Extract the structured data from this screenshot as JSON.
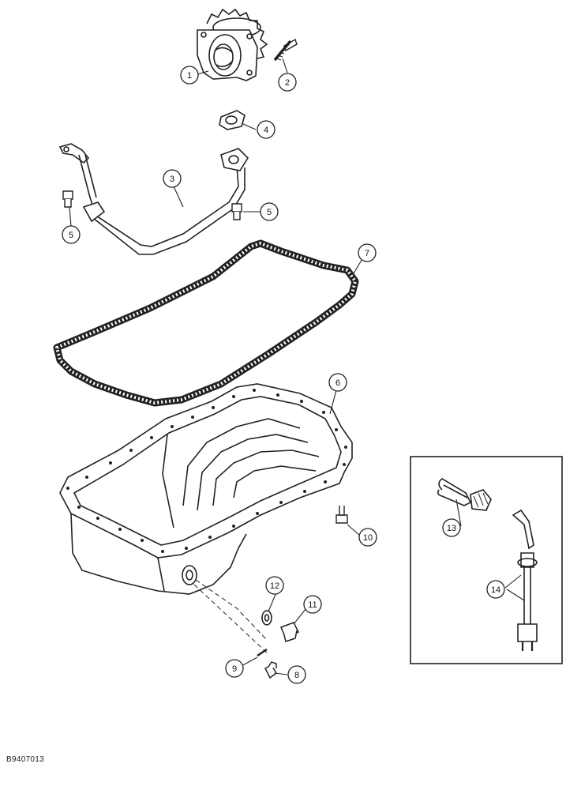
{
  "figure_code": "B9407013",
  "callouts": [
    "1",
    "2",
    "3",
    "4",
    "5",
    "5",
    "6",
    "7",
    "8",
    "9",
    "10",
    "11",
    "12",
    "13",
    "14"
  ],
  "icons": [
    "oil-pump",
    "bolt",
    "oil-pickup-tube",
    "gasket-small",
    "cap-screw",
    "oil-pan-gasket",
    "oil-pan",
    "drain-plug",
    "spring-pin",
    "sealing-washer",
    "oil-pan-heater",
    "heater-cord"
  ]
}
